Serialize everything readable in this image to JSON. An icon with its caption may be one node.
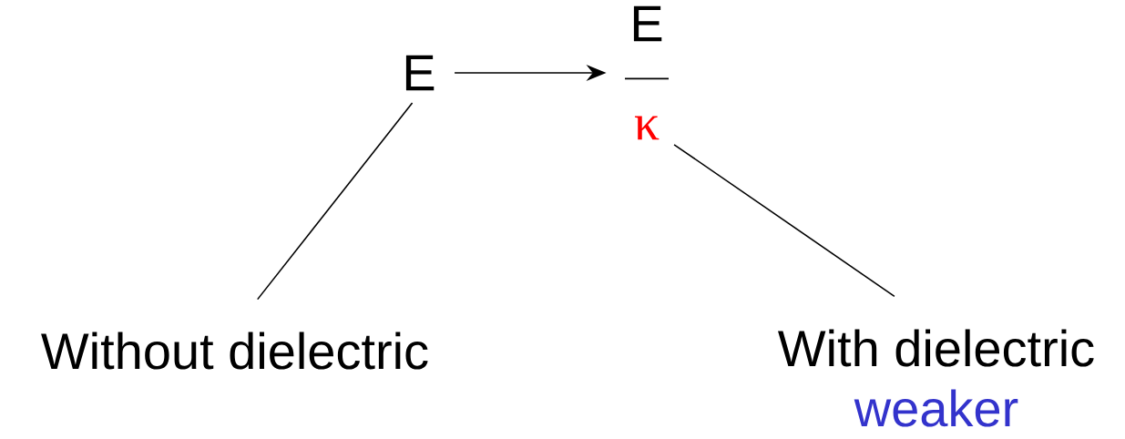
{
  "diagram": {
    "nodes": [
      {
        "text": [
          "E"
        ]
      },
      {
        "text": [
          "E",
          "κ"
        ]
      },
      {
        "text": [
          "Without dielectric"
        ]
      },
      {
        "text": [
          "With dielectric",
          "weaker"
        ]
      }
    ],
    "edges": [
      {
        "from": 0,
        "to": 1,
        "arrow": "to"
      },
      {
        "from": 0,
        "to": 2,
        "arrow": "none"
      },
      {
        "from": 1,
        "to": 3,
        "arrow": "none"
      }
    ]
  }
}
